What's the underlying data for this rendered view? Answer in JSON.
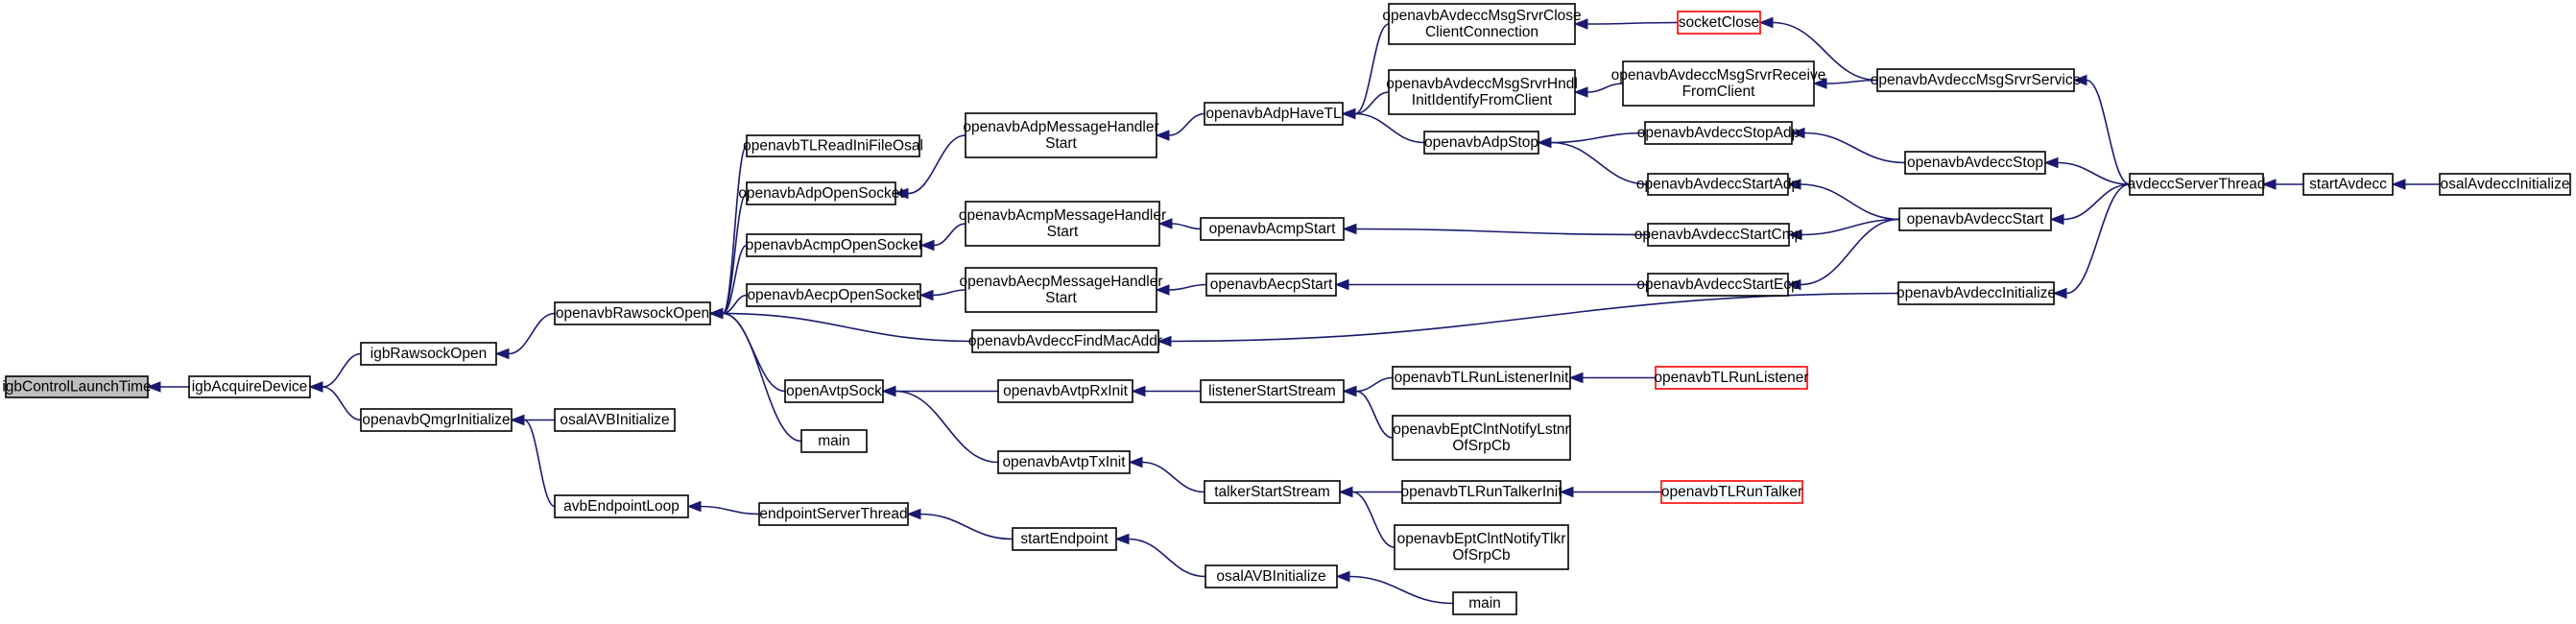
{
  "nodes": [
    {
      "id": "n1",
      "lines": [
        "igbControlLaunchTime"
      ],
      "root": true
    },
    {
      "id": "n2",
      "lines": [
        "igbAcquireDevice"
      ]
    },
    {
      "id": "n3",
      "lines": [
        "igbRawsockOpen"
      ]
    },
    {
      "id": "n4",
      "lines": [
        "openavbQmgrInitialize"
      ]
    },
    {
      "id": "n5",
      "lines": [
        "openavbRawsockOpen"
      ]
    },
    {
      "id": "n6",
      "lines": [
        "osalAVBInitialize"
      ]
    },
    {
      "id": "n7",
      "lines": [
        "avbEndpointLoop"
      ]
    },
    {
      "id": "n8",
      "lines": [
        "openavbTLReadIniFileOsal"
      ]
    },
    {
      "id": "n9",
      "lines": [
        "openavbAdpOpenSocket"
      ]
    },
    {
      "id": "n10",
      "lines": [
        "openavbAcmpOpenSocket"
      ]
    },
    {
      "id": "n11",
      "lines": [
        "openavbAecpOpenSocket"
      ]
    },
    {
      "id": "n12",
      "lines": [
        "openavbAvdeccFindMacAddr"
      ]
    },
    {
      "id": "n13",
      "lines": [
        "openAvtpSock"
      ]
    },
    {
      "id": "n14",
      "lines": [
        "main"
      ]
    },
    {
      "id": "n15",
      "lines": [
        "endpointServerThread"
      ]
    },
    {
      "id": "n16",
      "lines": [
        "openavbAdpMessageHandler",
        "Start"
      ]
    },
    {
      "id": "n17",
      "lines": [
        "openavbAcmpMessageHandler",
        "Start"
      ]
    },
    {
      "id": "n18",
      "lines": [
        "openavbAecpMessageHandler",
        "Start"
      ]
    },
    {
      "id": "n19",
      "lines": [
        "openavbAvtpRxInit"
      ]
    },
    {
      "id": "n20",
      "lines": [
        "openavbAvtpTxInit"
      ]
    },
    {
      "id": "n21",
      "lines": [
        "startEndpoint"
      ]
    },
    {
      "id": "n22",
      "lines": [
        "openavbAdpHaveTL"
      ]
    },
    {
      "id": "n23",
      "lines": [
        "openavbAcmpStart"
      ]
    },
    {
      "id": "n24",
      "lines": [
        "openavbAecpStart"
      ]
    },
    {
      "id": "n25",
      "lines": [
        "listenerStartStream"
      ]
    },
    {
      "id": "n26",
      "lines": [
        "talkerStartStream"
      ]
    },
    {
      "id": "n27",
      "lines": [
        "osalAVBInitialize"
      ]
    },
    {
      "id": "n28",
      "lines": [
        "openavbAvdeccMsgSrvrClose",
        "ClientConnection"
      ]
    },
    {
      "id": "n29",
      "lines": [
        "openavbAvdeccMsgSrvrHndl",
        "InitIdentifyFromClient"
      ]
    },
    {
      "id": "n30",
      "lines": [
        "openavbAdpStop"
      ]
    },
    {
      "id": "n31",
      "lines": [
        "openavbTLRunListenerInit"
      ]
    },
    {
      "id": "n32",
      "lines": [
        "openavbEptClntNotifyLstnr",
        "OfSrpCb"
      ]
    },
    {
      "id": "n33",
      "lines": [
        "openavbTLRunTalkerInit"
      ]
    },
    {
      "id": "n34",
      "lines": [
        "openavbEptClntNotifyTlkr",
        "OfSrpCb"
      ]
    },
    {
      "id": "n35",
      "lines": [
        "main"
      ]
    },
    {
      "id": "n36",
      "lines": [
        "socketClose"
      ],
      "red": true
    },
    {
      "id": "n37",
      "lines": [
        "openavbAvdeccMsgSrvrReceive",
        "FromClient"
      ]
    },
    {
      "id": "n38",
      "lines": [
        "openavbAvdeccStopAdp"
      ]
    },
    {
      "id": "n39",
      "lines": [
        "openavbAvdeccStartAdp"
      ]
    },
    {
      "id": "n40",
      "lines": [
        "openavbAvdeccStartCmp"
      ]
    },
    {
      "id": "n41",
      "lines": [
        "openavbAvdeccStartEcp"
      ]
    },
    {
      "id": "n42",
      "lines": [
        "openavbTLRunListener"
      ],
      "red": true
    },
    {
      "id": "n43",
      "lines": [
        "openavbTLRunTalker"
      ],
      "red": true
    },
    {
      "id": "n44",
      "lines": [
        "openavbAvdeccMsgSrvrService"
      ]
    },
    {
      "id": "n45",
      "lines": [
        "openavbAvdeccStop"
      ]
    },
    {
      "id": "n46",
      "lines": [
        "openavbAvdeccStart"
      ]
    },
    {
      "id": "n47",
      "lines": [
        "openavbAvdeccInitialize"
      ]
    },
    {
      "id": "n48",
      "lines": [
        "avdeccServerThread"
      ]
    },
    {
      "id": "n49",
      "lines": [
        "startAvdecc"
      ]
    },
    {
      "id": "n50",
      "lines": [
        "osalAvdeccInitialize"
      ]
    }
  ],
  "edges": [
    [
      "n2",
      "n1"
    ],
    [
      "n3",
      "n2"
    ],
    [
      "n4",
      "n2"
    ],
    [
      "n5",
      "n3"
    ],
    [
      "n6",
      "n4"
    ],
    [
      "n7",
      "n4"
    ],
    [
      "n8",
      "n5"
    ],
    [
      "n9",
      "n5"
    ],
    [
      "n10",
      "n5"
    ],
    [
      "n11",
      "n5"
    ],
    [
      "n12",
      "n5"
    ],
    [
      "n13",
      "n5"
    ],
    [
      "n14",
      "n5"
    ],
    [
      "n15",
      "n7"
    ],
    [
      "n16",
      "n9"
    ],
    [
      "n17",
      "n10"
    ],
    [
      "n18",
      "n11"
    ],
    [
      "n19",
      "n13"
    ],
    [
      "n20",
      "n13"
    ],
    [
      "n21",
      "n15"
    ],
    [
      "n22",
      "n16"
    ],
    [
      "n23",
      "n17"
    ],
    [
      "n24",
      "n18"
    ],
    [
      "n25",
      "n19"
    ],
    [
      "n26",
      "n20"
    ],
    [
      "n27",
      "n21"
    ],
    [
      "n28",
      "n22"
    ],
    [
      "n29",
      "n22"
    ],
    [
      "n30",
      "n22"
    ],
    [
      "n31",
      "n25"
    ],
    [
      "n32",
      "n25"
    ],
    [
      "n33",
      "n26"
    ],
    [
      "n34",
      "n26"
    ],
    [
      "n35",
      "n27"
    ],
    [
      "n36",
      "n28"
    ],
    [
      "n37",
      "n29"
    ],
    [
      "n38",
      "n30"
    ],
    [
      "n39",
      "n30"
    ],
    [
      "n40",
      "n23"
    ],
    [
      "n41",
      "n24"
    ],
    [
      "n42",
      "n31"
    ],
    [
      "n43",
      "n33"
    ],
    [
      "n44",
      "n36"
    ],
    [
      "n44",
      "n37"
    ],
    [
      "n45",
      "n38"
    ],
    [
      "n46",
      "n39"
    ],
    [
      "n46",
      "n40"
    ],
    [
      "n46",
      "n41"
    ],
    [
      "n47",
      "n12"
    ],
    [
      "n48",
      "n44"
    ],
    [
      "n48",
      "n45"
    ],
    [
      "n48",
      "n46"
    ],
    [
      "n48",
      "n47"
    ],
    [
      "n49",
      "n48"
    ],
    [
      "n50",
      "n49"
    ]
  ]
}
